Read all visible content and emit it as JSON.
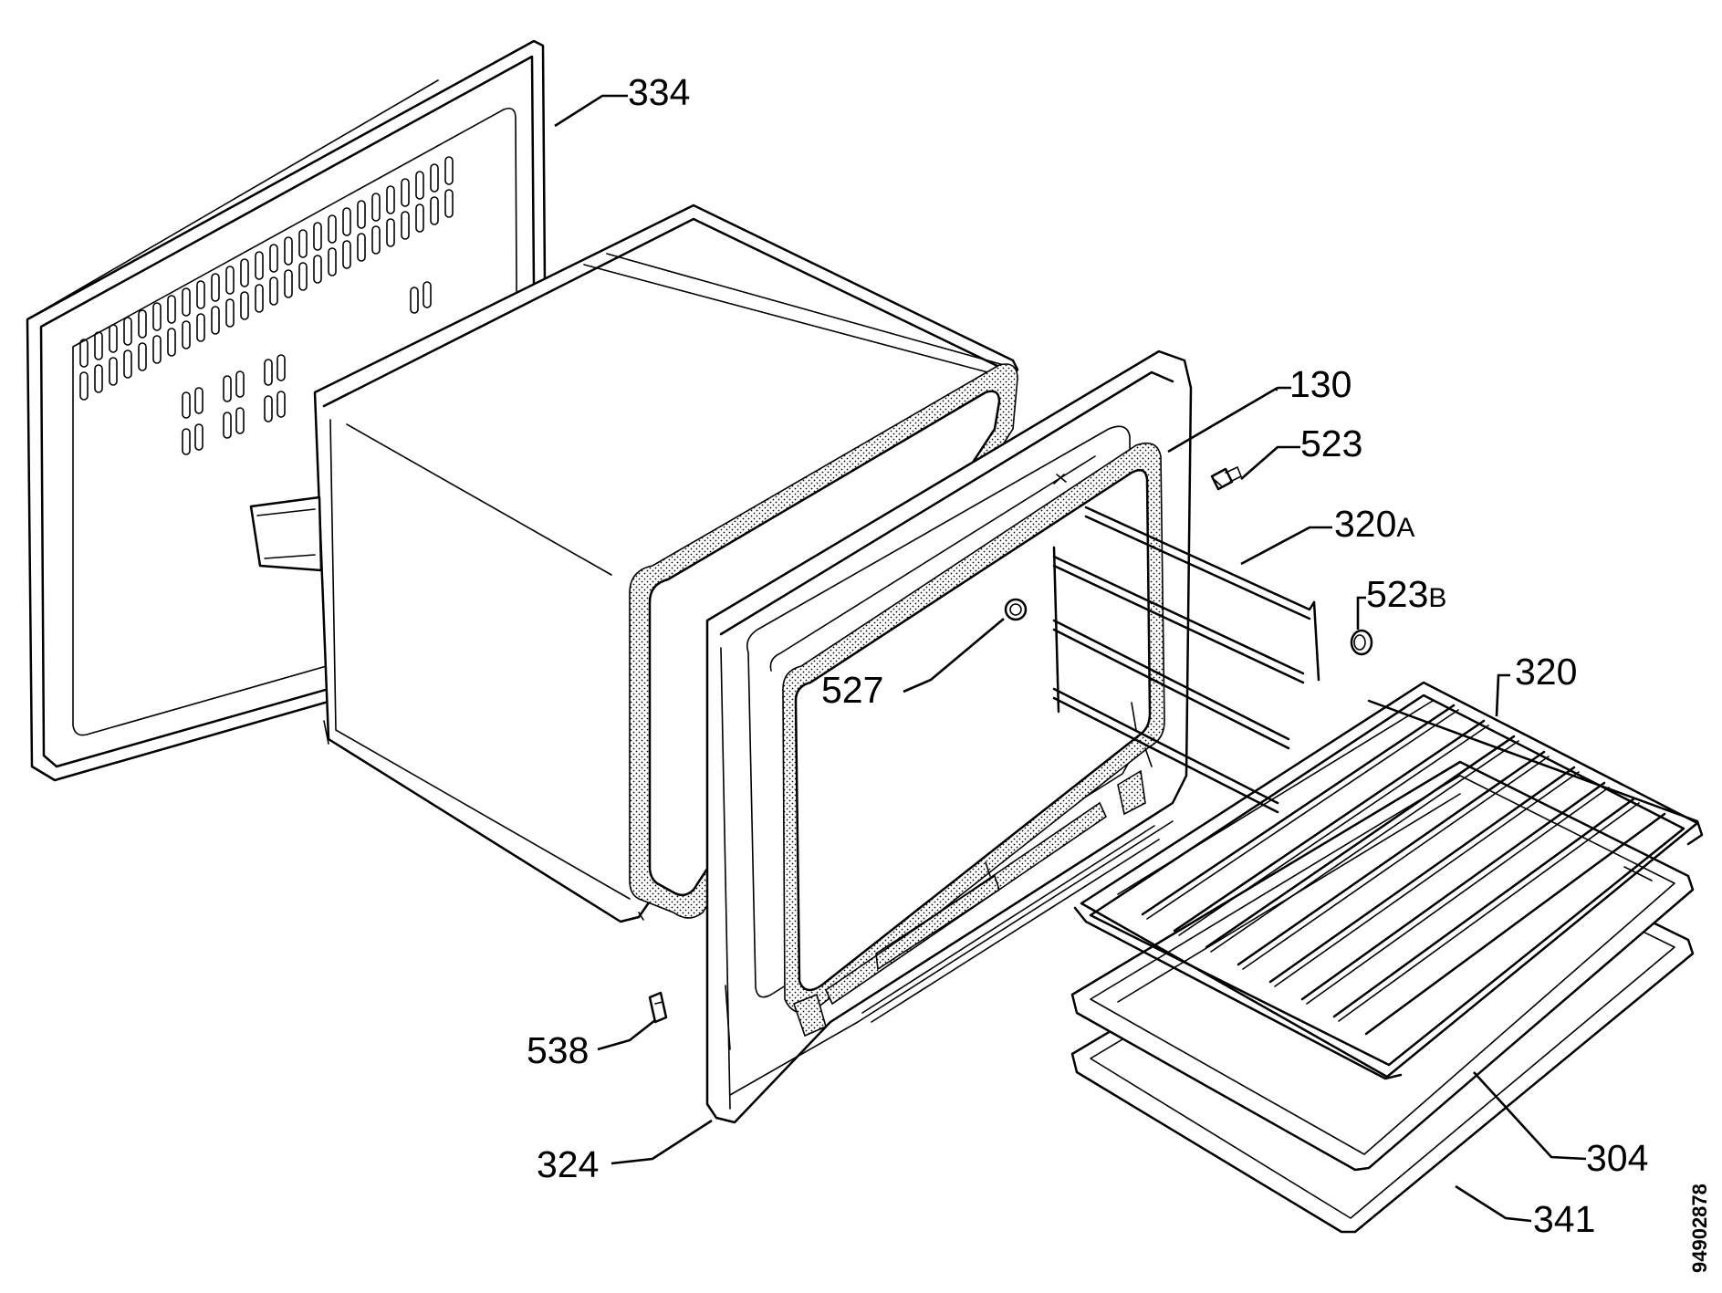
{
  "labels": {
    "p334": "334",
    "p130": "130",
    "p523": "523",
    "p320a": "320",
    "p320a_suffix": "A",
    "p523b": "523",
    "p523b_suffix": "B",
    "p320": "320",
    "p527": "527",
    "p538": "538",
    "p324": "324",
    "p304": "304",
    "p341": "341"
  },
  "doc_id": "94902878"
}
